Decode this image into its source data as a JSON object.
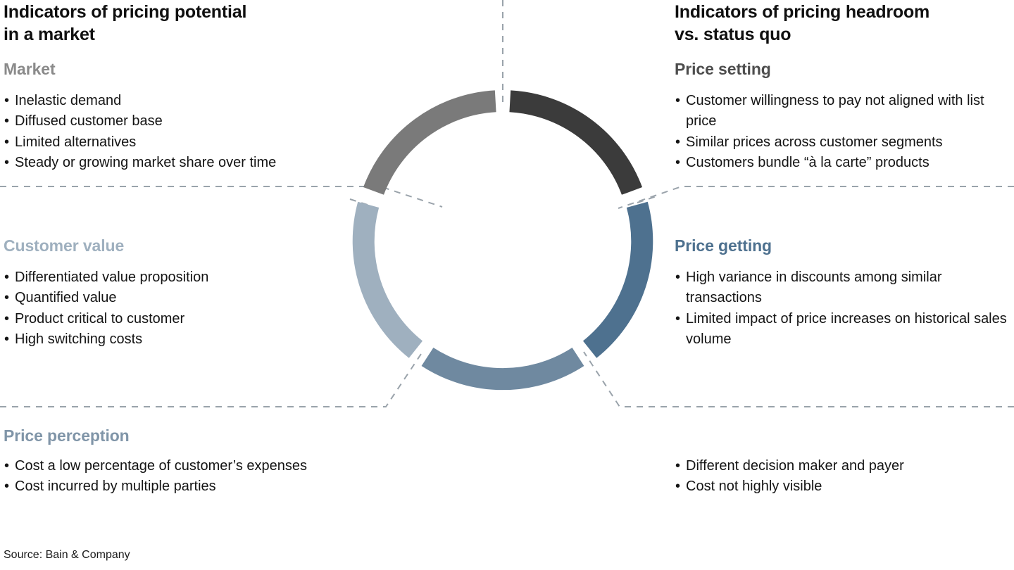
{
  "titles": {
    "left": "Indicators of pricing potential in a market",
    "left_line1": "Indicators of pricing potential",
    "left_line2": "in a market",
    "right_line1": "Indicators of pricing headroom",
    "right_line2": "vs. status quo"
  },
  "sections": {
    "market": {
      "heading": "Market",
      "color": "#8a8a8a",
      "bullets": [
        "Inelastic demand",
        "Diffused customer base",
        "Limited alternatives",
        "Steady or growing market share over time"
      ]
    },
    "price_setting": {
      "heading": "Price setting",
      "color": "#4d4d4d",
      "bullets": [
        "Customer willingness to pay not aligned with list price",
        "Similar prices across customer segments",
        "Customers bundle “à la carte” products"
      ]
    },
    "customer_value": {
      "heading": "Customer value",
      "color": "#9fb0bf",
      "bullets": [
        "Differentiated value proposition",
        "Quantified value",
        "Product critical to customer",
        "High switching costs"
      ]
    },
    "price_getting": {
      "heading": "Price getting",
      "color": "#4e718f",
      "bullets": [
        "High variance in discounts among similar transactions",
        "Limited impact of price increases on historical sales volume"
      ]
    },
    "price_perception": {
      "heading": "Price perception",
      "color": "#8095a8",
      "bullets_left": [
        "Cost a low percentage of customer’s expenses",
        "Cost incurred by multiple parties"
      ],
      "bullets_right": [
        "Different decision maker and payer",
        "Cost not highly visible"
      ]
    }
  },
  "chart_data": {
    "type": "pie",
    "title": "",
    "variant": "donut-ring",
    "center": [
      714,
      340
    ],
    "outer_radius": 212,
    "ring_thickness": 31,
    "legend": "none",
    "gap_degrees": 6,
    "segments": [
      {
        "name": "Price setting",
        "label": "Price setting",
        "color": "#3b3b3b",
        "start_deg": 0,
        "end_deg": 72,
        "value": 20
      },
      {
        "name": "Price getting",
        "label": "Price getting",
        "color": "#4e718f",
        "start_deg": 72,
        "end_deg": 144,
        "value": 20
      },
      {
        "name": "Price perception",
        "label": "Price perception",
        "color": "#6f89a0",
        "start_deg": 144,
        "end_deg": 216,
        "value": 20
      },
      {
        "name": "Customer value",
        "label": "Customer value",
        "color": "#9fb0bf",
        "start_deg": 216,
        "end_deg": 288,
        "value": 20
      },
      {
        "name": "Market",
        "label": "Market",
        "color": "#7a7a7a",
        "start_deg": 288,
        "end_deg": 360,
        "value": 20
      }
    ]
  },
  "footer": {
    "source": "Source: Bain & Company"
  }
}
